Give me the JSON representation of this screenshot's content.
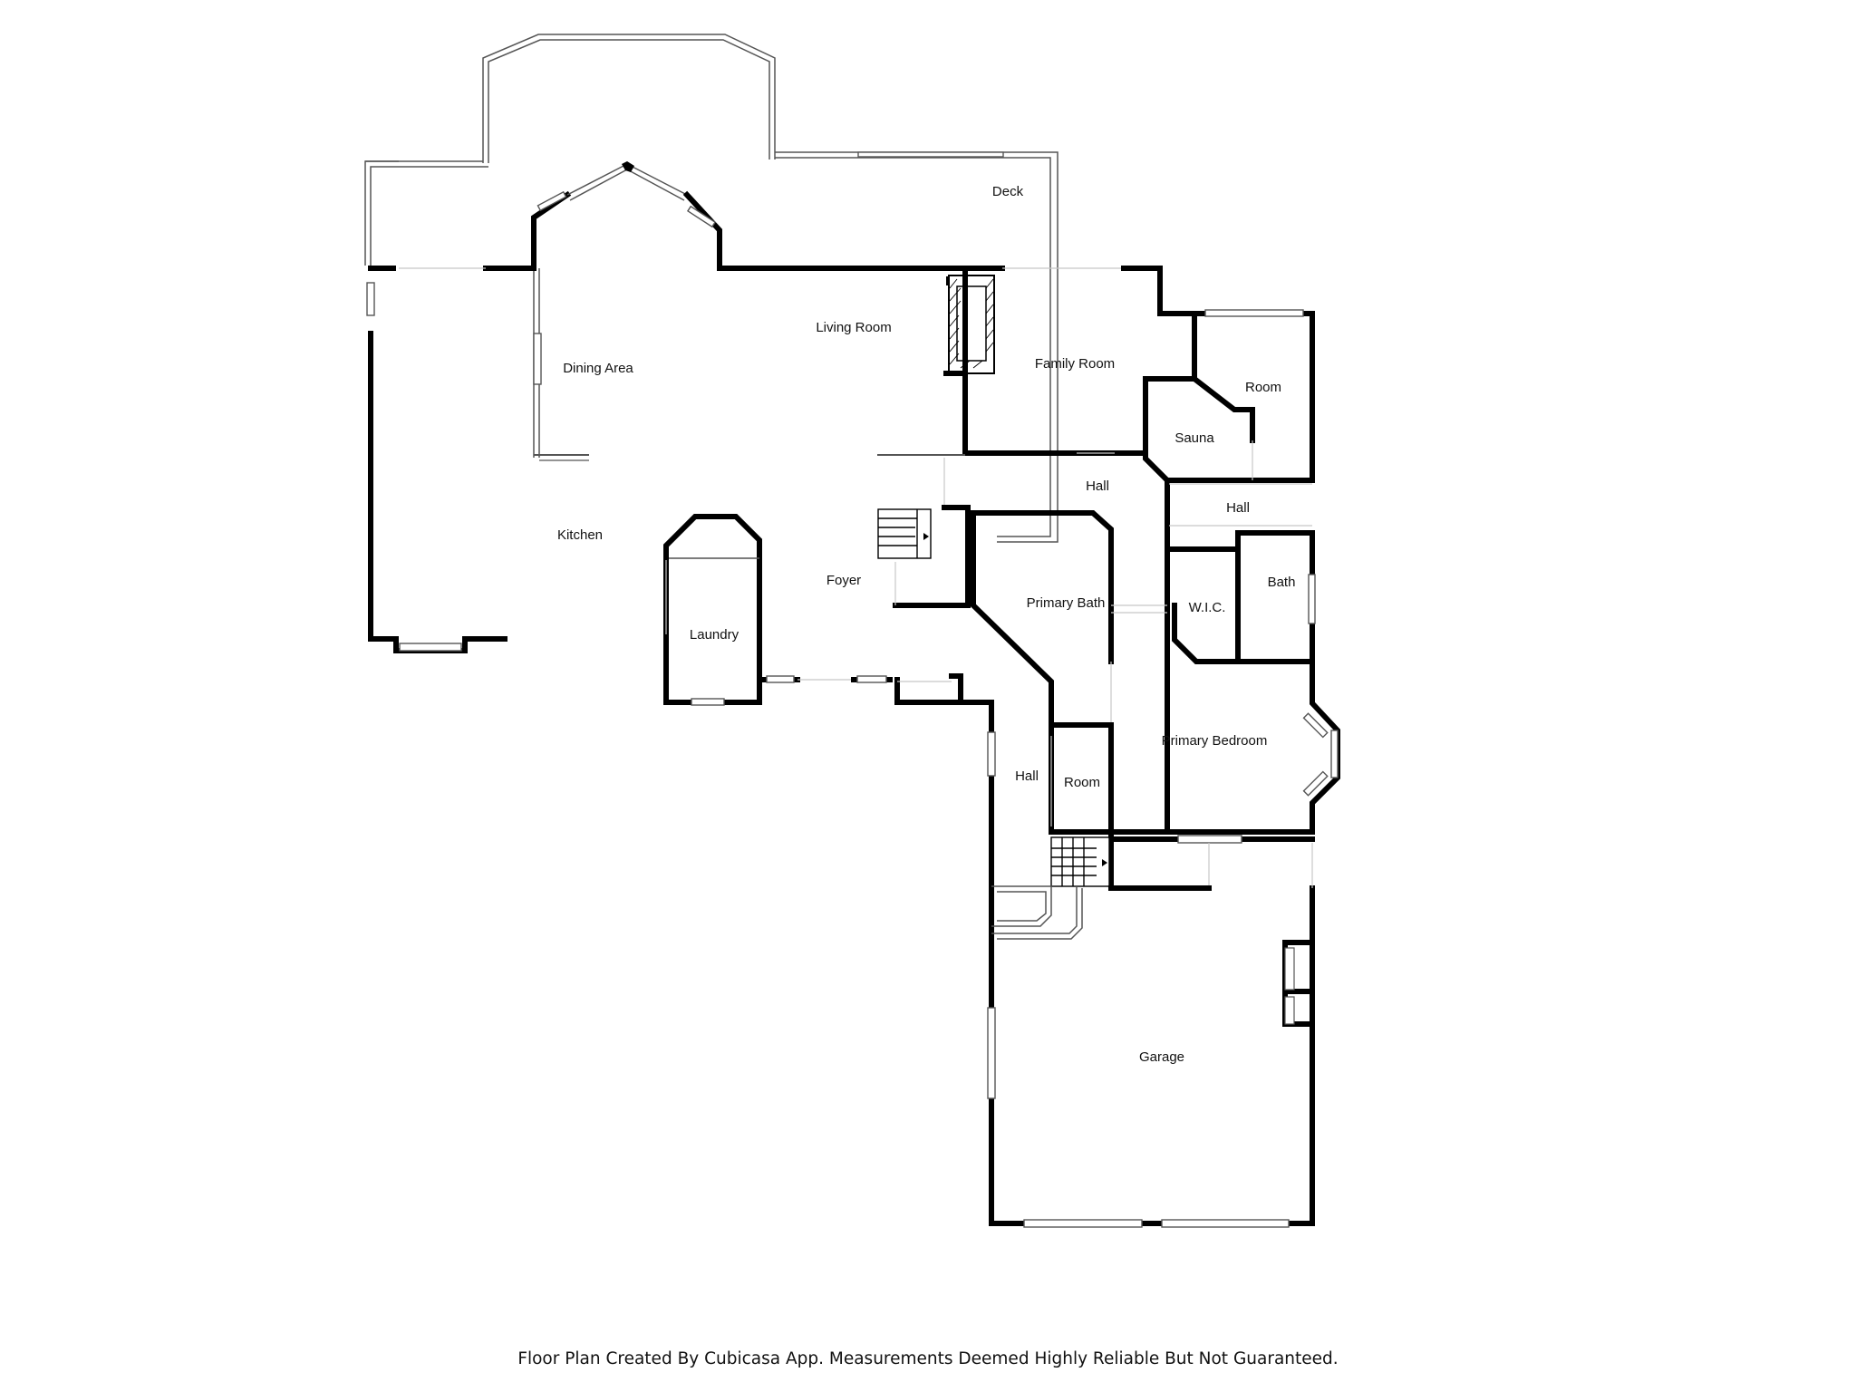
{
  "plan": {
    "rooms": [
      {
        "id": "deck",
        "label": "Deck"
      },
      {
        "id": "living-room",
        "label": "Living Room"
      },
      {
        "id": "dining-area",
        "label": "Dining Area"
      },
      {
        "id": "family-room",
        "label": "Family Room"
      },
      {
        "id": "room-north",
        "label": "Room"
      },
      {
        "id": "sauna",
        "label": "Sauna"
      },
      {
        "id": "hall-center",
        "label": "Hall"
      },
      {
        "id": "hall-east",
        "label": "Hall"
      },
      {
        "id": "kitchen",
        "label": "Kitchen"
      },
      {
        "id": "foyer",
        "label": "Foyer"
      },
      {
        "id": "primary-bath",
        "label": "Primary Bath"
      },
      {
        "id": "wic",
        "label": "W.I.C."
      },
      {
        "id": "bath",
        "label": "Bath"
      },
      {
        "id": "laundry",
        "label": "Laundry"
      },
      {
        "id": "primary-bedroom",
        "label": "Primary Bedroom"
      },
      {
        "id": "hall-south",
        "label": "Hall"
      },
      {
        "id": "room-south",
        "label": "Room"
      },
      {
        "id": "garage",
        "label": "Garage"
      }
    ]
  },
  "footer": {
    "text": "Floor Plan Created By Cubicasa App. Measurements Deemed Highly Reliable But Not Guaranteed."
  }
}
